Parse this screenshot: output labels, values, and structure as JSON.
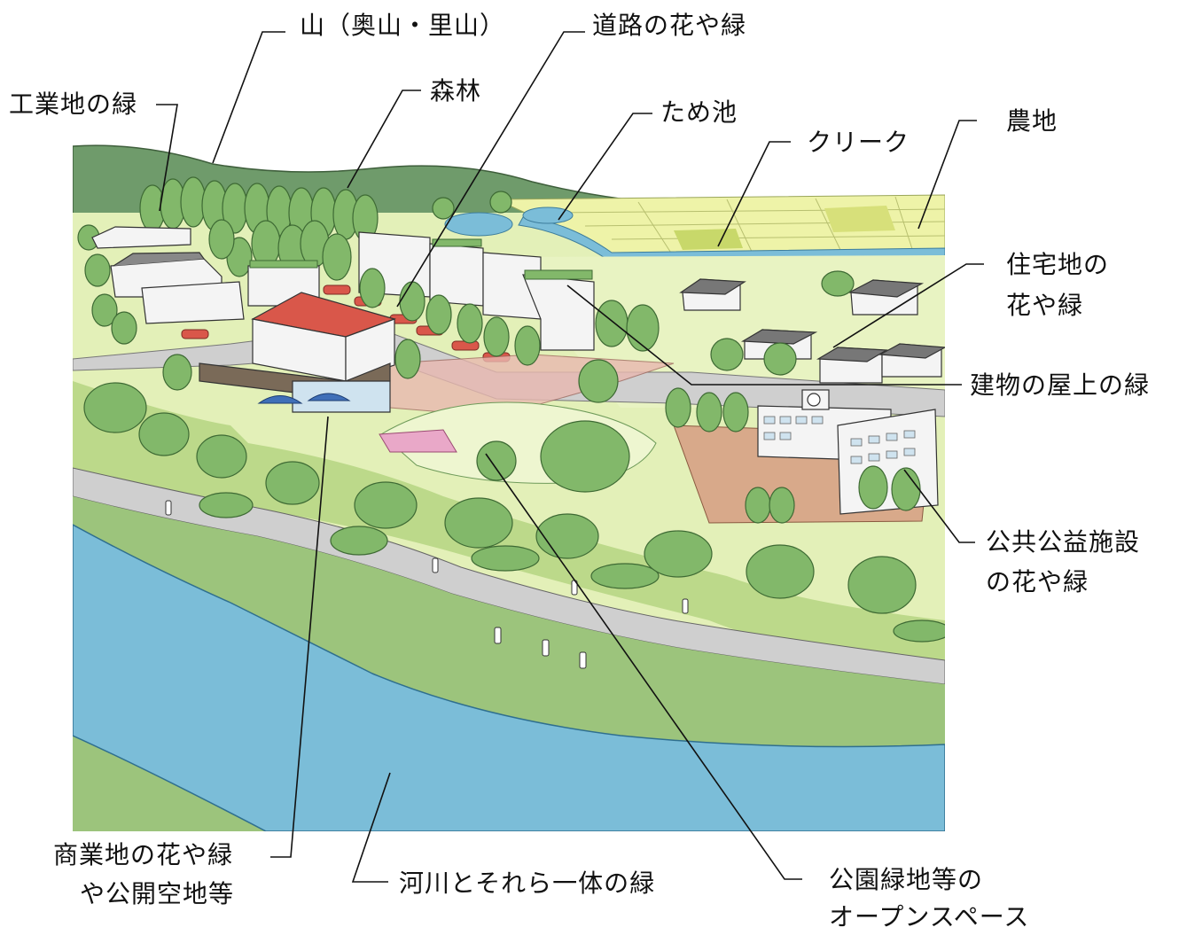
{
  "labels": {
    "mountain": "山（奥山・里山）",
    "road_green": "道路の花や緑",
    "industrial": "工業地の緑",
    "forest": "森林",
    "pond": "ため池",
    "creek": "クリーク",
    "farmland": "農地",
    "residential_line1": "住宅地の",
    "residential_line2": "花や緑",
    "rooftop": "建物の屋上の緑",
    "public_line1": "公共公益施設",
    "public_line2": "の花や緑",
    "commercial_line1": "商業地の花や緑",
    "commercial_line2": "や公開空地等",
    "river": "河川とそれら一体の緑",
    "park_line1": "公園緑地等の",
    "park_line2": "オープンスペース"
  },
  "colors": {
    "mountain": "#6f9b6b",
    "grass_light": "#e3f0b8",
    "grass": "#bcd98a",
    "river_bank": "#9cc47c",
    "river": "#7bbdd8",
    "path": "#cfcfcf",
    "tree": "#82b86a",
    "tree_dark": "#5d9450",
    "farmland": "#eef3a8",
    "roof_red": "#d9574a",
    "playground": "#d8a98a",
    "building": "#f4f4f4"
  }
}
